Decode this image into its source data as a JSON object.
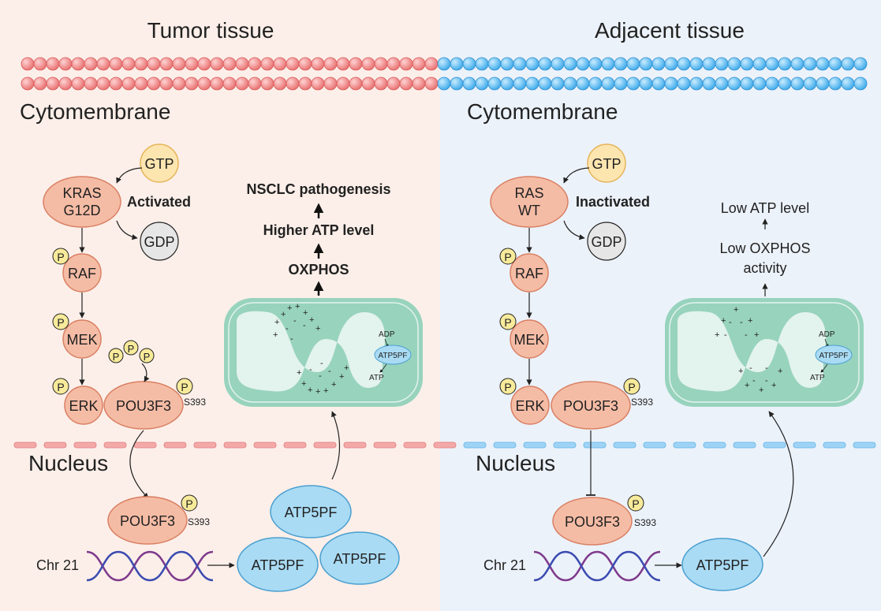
{
  "colors": {
    "tumor_bg": "#fcefe9",
    "adjacent_bg": "#ecf2fa",
    "red_bead": "#f08585",
    "blue_bead": "#63bdf2",
    "protein_fill": "#f5bca5",
    "protein_stroke": "#d98063",
    "gtp_fill": "#fde5b0",
    "gtp_stroke": "#e5b55a",
    "gdp_fill": "#e6e6e6",
    "phospho_fill": "#f7ea9a",
    "mito_outer": "#98d3bd",
    "mito_inner": "#e3f3ee",
    "atp5pf_fill": "#a9dbf4",
    "atp5pf_stroke": "#4a9fd0",
    "dna_strand_a": "#7e3a8c",
    "dna_strand_b": "#3b4bb0"
  },
  "tumor": {
    "title": "Tumor tissue",
    "membrane_label": "Cytomembrane",
    "nucleus_label": "Nucleus",
    "gtp": "GTP",
    "gdp": "GDP",
    "kras_line1": "KRAS",
    "kras_line2": "G12D",
    "state": "Activated",
    "raf": "RAF",
    "mek": "MEK",
    "erk": "ERK",
    "pou3f3": "POU3F3",
    "s393": "S393",
    "p": "P",
    "nucleus_pou3f3": "POU3F3",
    "nucleus_s393": "S393",
    "chr": "Chr 21",
    "atp5pf_1": "ATP5PF",
    "atp5pf_2": "ATP5PF",
    "atp5pf_3": "ATP5PF",
    "mito_adp": "ADP",
    "mito_atp5pf": "ATP5PF",
    "mito_atp": "ATP",
    "outcome_1": "OXPHOS",
    "outcome_2": "Higher ATP level",
    "outcome_3": "NSCLC pathogenesis"
  },
  "adjacent": {
    "title": "Adjacent tissue",
    "membrane_label": "Cytomembrane",
    "nucleus_label": "Nucleus",
    "gtp": "GTP",
    "gdp": "GDP",
    "ras_line1": "RAS",
    "ras_line2": "WT",
    "state": "Inactivated",
    "raf": "RAF",
    "mek": "MEK",
    "erk": "ERK",
    "pou3f3": "POU3F3",
    "s393": "S393",
    "p": "P",
    "nucleus_pou3f3": "POU3F3",
    "nucleus_s393": "S393",
    "chr": "Chr 21",
    "atp5pf": "ATP5PF",
    "mito_adp": "ADP",
    "mito_atp5pf": "ATP5PF",
    "mito_atp": "ATP",
    "outcome_1_line1": "Low OXPHOS",
    "outcome_1_line2": "activity",
    "outcome_2": "Low ATP level"
  }
}
